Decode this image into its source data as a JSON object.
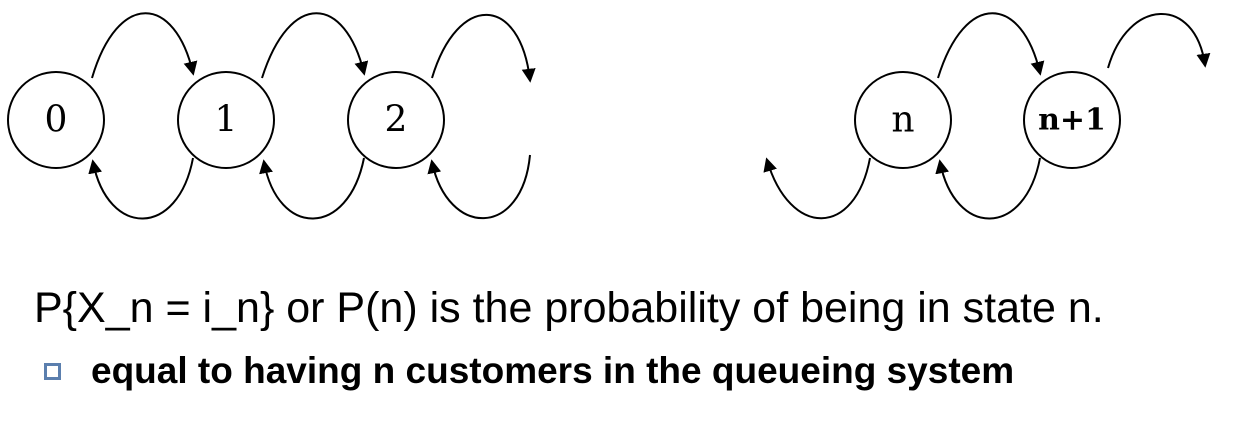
{
  "diagram": {
    "states": [
      "0",
      "1",
      "2",
      "n",
      "n+1"
    ]
  },
  "text": {
    "main_line": "P{X_n = i_n} or P(n) is the probability of being in state n.",
    "bullet_item": "equal to having n customers in the queueing system"
  },
  "colors": {
    "bullet": "#5b7fae"
  }
}
